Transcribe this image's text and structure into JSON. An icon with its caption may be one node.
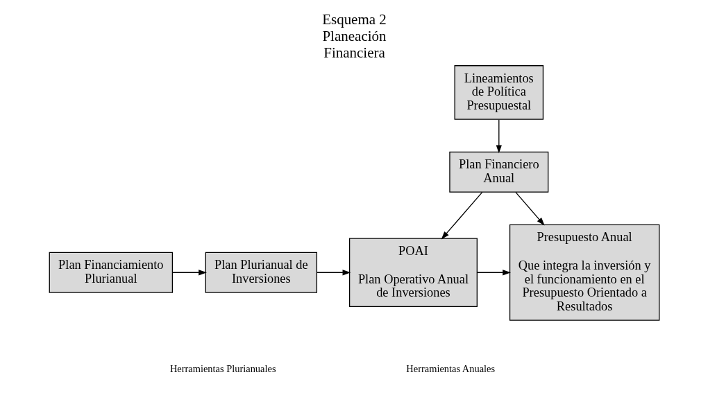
{
  "diagram": {
    "title": "Esquema 2 Planeación Financiera",
    "nodes": [
      {
        "text": [
          "Lineamientos de Política Presupuestal"
        ]
      },
      {
        "text": [
          "Plan Financiero Anual"
        ]
      },
      {
        "text": [
          "Plan Financiamiento Plurianual"
        ]
      },
      {
        "text": [
          "Plan Plurianual de Inversiones"
        ]
      },
      {
        "text": [
          "POAI",
          "Plan Operativo Anual de Inversiones"
        ]
      },
      {
        "text": [
          "Presupuesto Anual",
          "Que integra la inversión y el funcionamiento en el Presupuesto Orientado a Resultados"
        ]
      }
    ],
    "edges": [
      {
        "from": 0,
        "to": 1,
        "arrow": "to"
      },
      {
        "from": 1,
        "to": 4,
        "arrow": "to"
      },
      {
        "from": 1,
        "to": 5,
        "arrow": "to"
      },
      {
        "from": 2,
        "to": 3,
        "arrow": "to"
      },
      {
        "from": 3,
        "to": 4,
        "arrow": "to"
      },
      {
        "from": 4,
        "to": 5,
        "arrow": "to"
      }
    ],
    "labels": [
      "Herramientas Plurianuales",
      "Herramientas Anuales"
    ]
  }
}
